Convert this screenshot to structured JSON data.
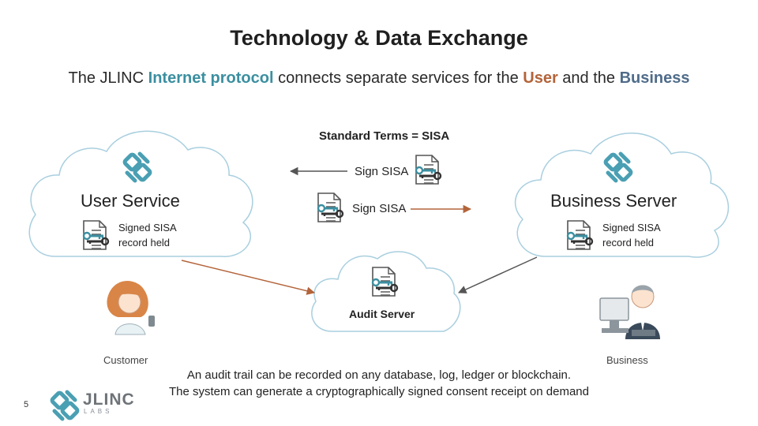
{
  "header": {
    "title": "Technology & Data Exchange",
    "subtitle_parts": {
      "a": "The JLINC ",
      "b": "Internet protocol",
      "c": " connects separate services for the ",
      "d": "User",
      "e": " and the ",
      "f": "Business"
    }
  },
  "diagram": {
    "terms_label": "Standard Terms = SISA",
    "sign_label_top": "Sign SISA",
    "sign_label_mid": "Sign SISA",
    "user_service": "User Service",
    "business_server": "Business Server",
    "record_left": [
      "Signed SISA",
      "record held"
    ],
    "record_right": [
      "Signed SISA",
      "record held"
    ],
    "audit_server": "Audit Server",
    "customer": "Customer",
    "business": "Business"
  },
  "footer": {
    "line1": "An audit trail can be recorded on any database, log, ledger or blockchain.",
    "line2": "The system can generate a cryptographically signed consent receipt on demand"
  },
  "page_number": "5",
  "logo": {
    "text": "JLINC",
    "sub": "LABS"
  },
  "colors": {
    "cloud_stroke": "#a9cfdf",
    "brand_teal": "#3b8fa0",
    "accent_rust": "#b3643a",
    "accent_slate": "#4f6c8a",
    "arrow_dark": "#555555"
  },
  "icons": [
    "jlinc-knot-icon",
    "document-key-icon",
    "customer-avatar",
    "business-avatar"
  ]
}
